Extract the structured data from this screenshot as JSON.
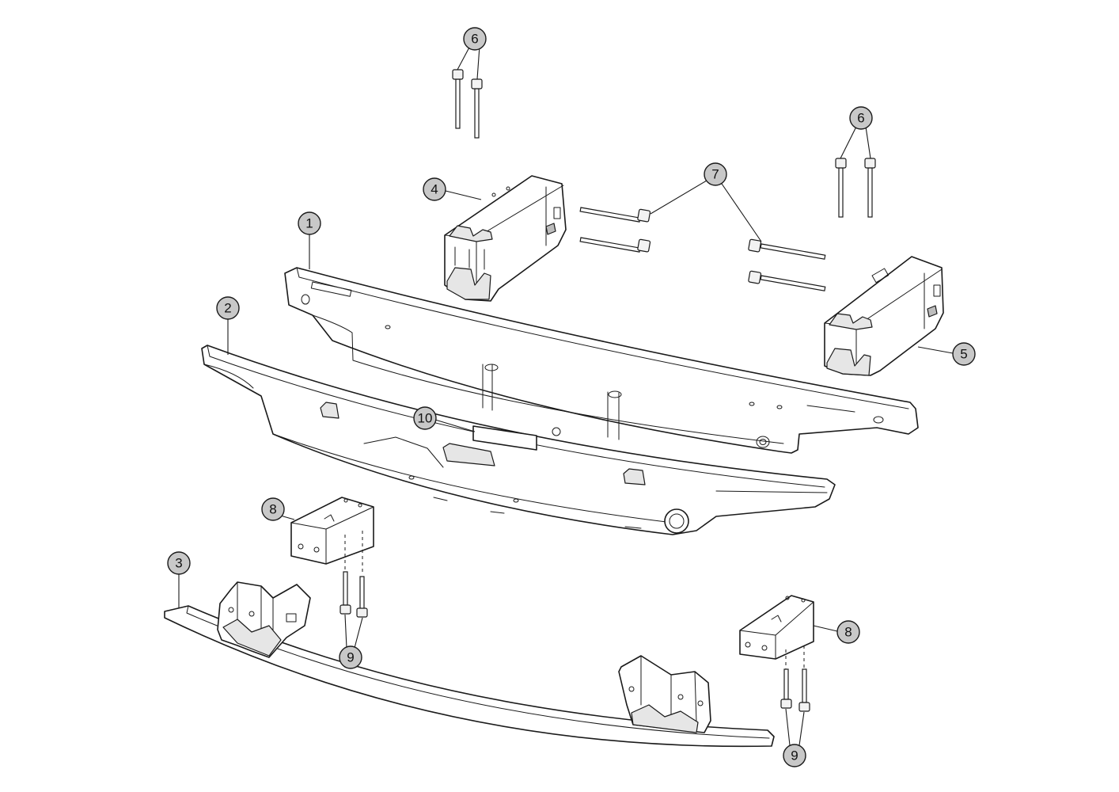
{
  "colors": {
    "callout_fill": "#c8c8c8",
    "line": "#1a1a1a",
    "background": "#ffffff"
  },
  "callouts": {
    "c1": "1",
    "c2": "2",
    "c3": "3",
    "c4": "4",
    "c5": "5",
    "c6a": "6",
    "c6b": "6",
    "c7": "7",
    "c8a": "8",
    "c8b": "8",
    "c9a": "9",
    "c9b": "9",
    "c10": "10"
  }
}
